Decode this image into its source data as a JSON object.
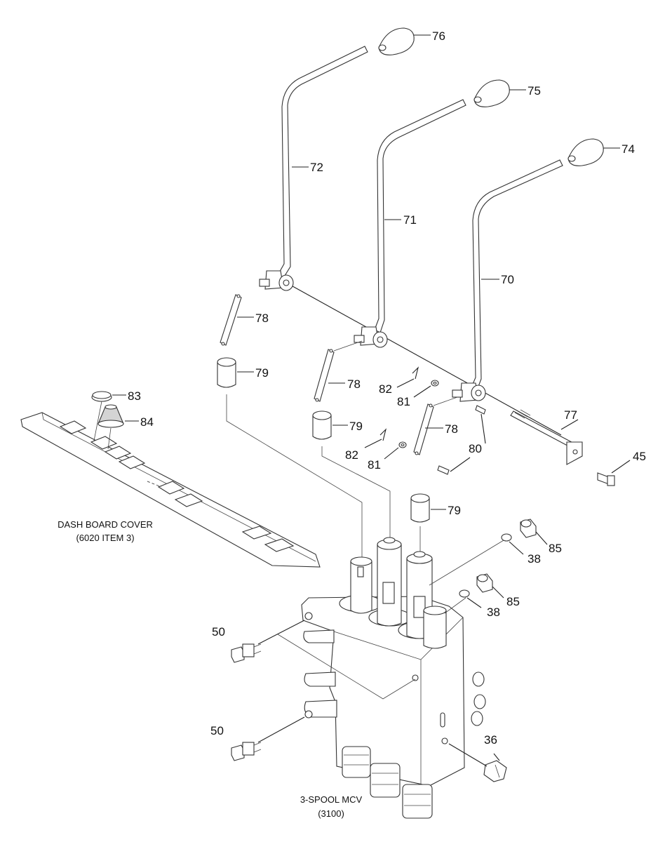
{
  "callouts": {
    "c76": "76",
    "c75": "75",
    "c74": "74",
    "c72": "72",
    "c71": "71",
    "c70": "70",
    "c78a": "78",
    "c78b": "78",
    "c78c": "78",
    "c79a": "79",
    "c79b": "79",
    "c79c": "79",
    "c83": "83",
    "c84": "84",
    "c82a": "82",
    "c82b": "82",
    "c81a": "81",
    "c81b": "81",
    "c80": "80",
    "c77": "77",
    "c45": "45",
    "c85a": "85",
    "c85b": "85",
    "c38a": "38",
    "c38b": "38",
    "c50a": "50",
    "c50b": "50",
    "c36": "36"
  },
  "captions": {
    "dashboard_line1": "DASH BOARD COVER",
    "dashboard_line2": "(6020 ITEM 3)",
    "mcv_line1": "3-SPOOL MCV",
    "mcv_line2": "(3100)"
  }
}
